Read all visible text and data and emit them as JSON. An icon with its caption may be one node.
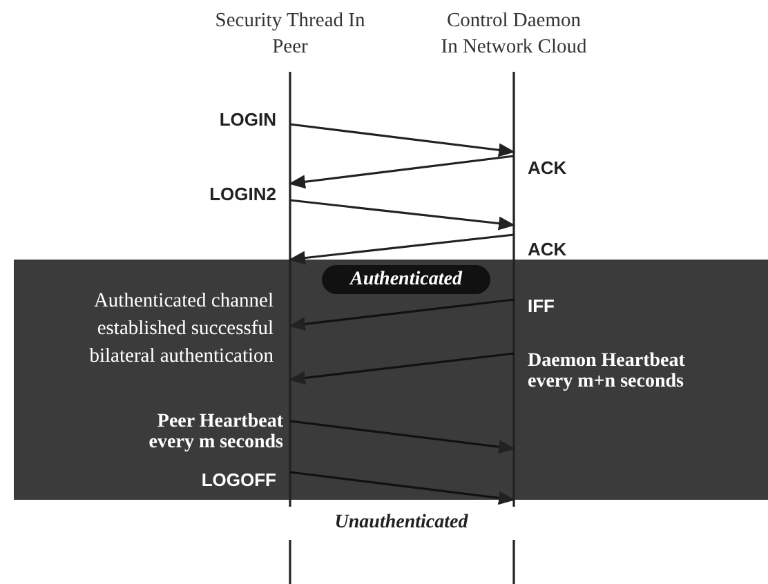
{
  "diagram": {
    "nodes": [
      {
        "text": [
          "Security Thread In Peer"
        ]
      },
      {
        "text": [
          "Control Daemon In Network Cloud"
        ]
      },
      {
        "text": [
          "Authenticated"
        ]
      },
      {
        "text": [
          "Unauthenticated"
        ]
      }
    ],
    "edges": [
      {
        "from": 0,
        "to": 1,
        "arrow": "to",
        "label": "LOGIN"
      },
      {
        "from": 1,
        "to": 0,
        "arrow": "to",
        "label": "ACK"
      },
      {
        "from": 0,
        "to": 1,
        "arrow": "to",
        "label": "LOGIN2"
      },
      {
        "from": 1,
        "to": 0,
        "arrow": "to",
        "label": "ACK"
      },
      {
        "from": 1,
        "to": 0,
        "arrow": "to",
        "label": "IFF"
      },
      {
        "from": 1,
        "to": 0,
        "arrow": "to",
        "label": "Daemon Heartbeat every m+n seconds"
      },
      {
        "from": 0,
        "to": 1,
        "arrow": "to",
        "label": "Peer Heartbeat every m seconds"
      },
      {
        "from": 0,
        "to": 1,
        "arrow": "to",
        "label": "LOGOFF"
      }
    ],
    "labels": [
      "Authenticated channel established successful bilateral authentication"
    ]
  }
}
